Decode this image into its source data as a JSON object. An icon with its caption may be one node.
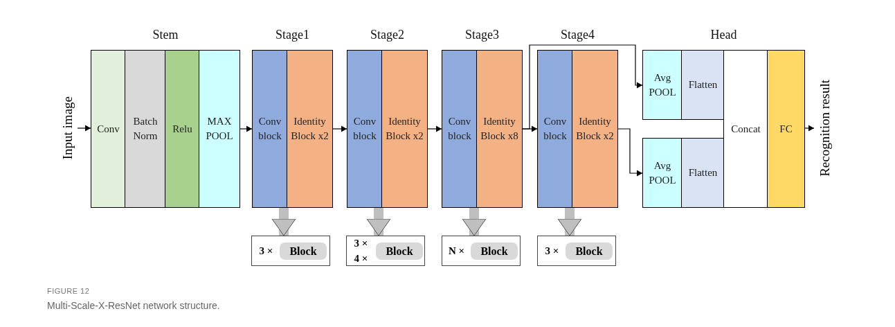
{
  "diagram": {
    "title": "FIGURE 12",
    "caption": "Multi-Scale-X-ResNet network structure.",
    "nodes": [
      {
        "text": [
          "Input image"
        ]
      },
      {
        "text": [
          "Stem"
        ]
      },
      {
        "text": [
          "Conv"
        ],
        "in": 1
      },
      {
        "text": [
          "Batch Norm"
        ],
        "in": 1
      },
      {
        "text": [
          "Relu"
        ],
        "in": 1
      },
      {
        "text": [
          "MAX POOL"
        ],
        "in": 1
      },
      {
        "text": [
          "Stage1"
        ]
      },
      {
        "text": [
          "Conv block"
        ],
        "in": 6
      },
      {
        "text": [
          "Identity Block x2"
        ],
        "in": 6
      },
      {
        "text": [
          "Stage2"
        ]
      },
      {
        "text": [
          "Conv block"
        ],
        "in": 9
      },
      {
        "text": [
          "Identity Block x2"
        ],
        "in": 9
      },
      {
        "text": [
          "Stage3"
        ]
      },
      {
        "text": [
          "Conv block"
        ],
        "in": 12
      },
      {
        "text": [
          "Identity Block x8"
        ],
        "in": 12
      },
      {
        "text": [
          "Stage4"
        ]
      },
      {
        "text": [
          "Conv block"
        ],
        "in": 15
      },
      {
        "text": [
          "Identity Block x2"
        ],
        "in": 15
      },
      {
        "text": [
          "Head"
        ]
      },
      {
        "text": [
          "Avg POOL"
        ],
        "in": 18
      },
      {
        "text": [
          "Flatten"
        ],
        "in": 18
      },
      {
        "text": [
          "Avg POOL"
        ],
        "in": 18
      },
      {
        "text": [
          "Flatten"
        ],
        "in": 18
      },
      {
        "text": [
          "Concat"
        ],
        "in": 18
      },
      {
        "text": [
          "FC"
        ],
        "in": 18
      },
      {
        "text": [
          "Recognition result"
        ]
      },
      {
        "text": [
          "3 ×"
        ]
      },
      {
        "text": [
          "Block"
        ],
        "in": 26
      },
      {
        "text": [
          "3 × 4 ×"
        ]
      },
      {
        "text": [
          "Block"
        ],
        "in": 28
      },
      {
        "text": [
          "N ×"
        ]
      },
      {
        "text": [
          "Block"
        ],
        "in": 30
      },
      {
        "text": [
          "3 ×"
        ]
      },
      {
        "text": [
          "Block"
        ],
        "in": 32
      }
    ],
    "edges": [
      {
        "from": 0,
        "to": 2,
        "arrow": "to"
      },
      {
        "from": 5,
        "to": 7,
        "arrow": "to"
      },
      {
        "from": 8,
        "to": 10,
        "arrow": "to"
      },
      {
        "from": 11,
        "to": 13,
        "arrow": "to"
      },
      {
        "from": 14,
        "to": 16,
        "arrow": "to"
      },
      {
        "from": 14,
        "to": 19,
        "arrow": "to"
      },
      {
        "from": 17,
        "to": 21,
        "arrow": "to"
      },
      {
        "from": 24,
        "to": 25,
        "arrow": "to"
      },
      {
        "from": 6,
        "to": 26,
        "arrow": "to",
        "style": "thick",
        "color": "#bfbfbf"
      },
      {
        "from": 9,
        "to": 28,
        "arrow": "to",
        "style": "thick",
        "color": "#bfbfbf"
      },
      {
        "from": 12,
        "to": 30,
        "arrow": "to",
        "style": "thick",
        "color": "#bfbfbf"
      },
      {
        "from": 15,
        "to": 32,
        "arrow": "to",
        "style": "thick",
        "color": "#bfbfbf"
      }
    ]
  }
}
